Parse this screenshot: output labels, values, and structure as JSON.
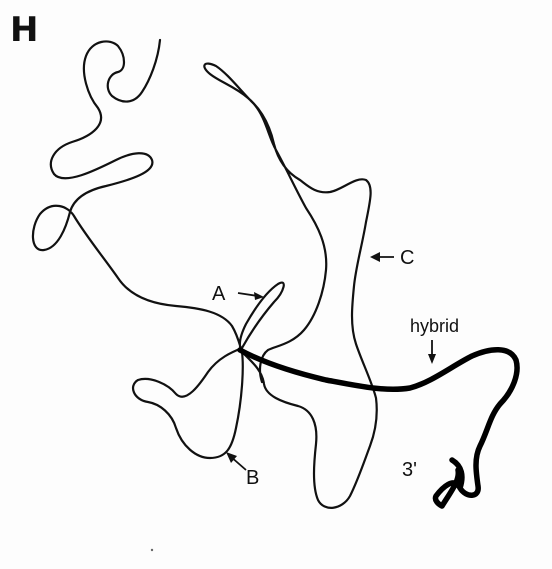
{
  "panel_label": "H",
  "labels": {
    "a": "A",
    "b": "B",
    "c": "C",
    "hybrid": "hybrid",
    "three_prime": "3'"
  }
}
